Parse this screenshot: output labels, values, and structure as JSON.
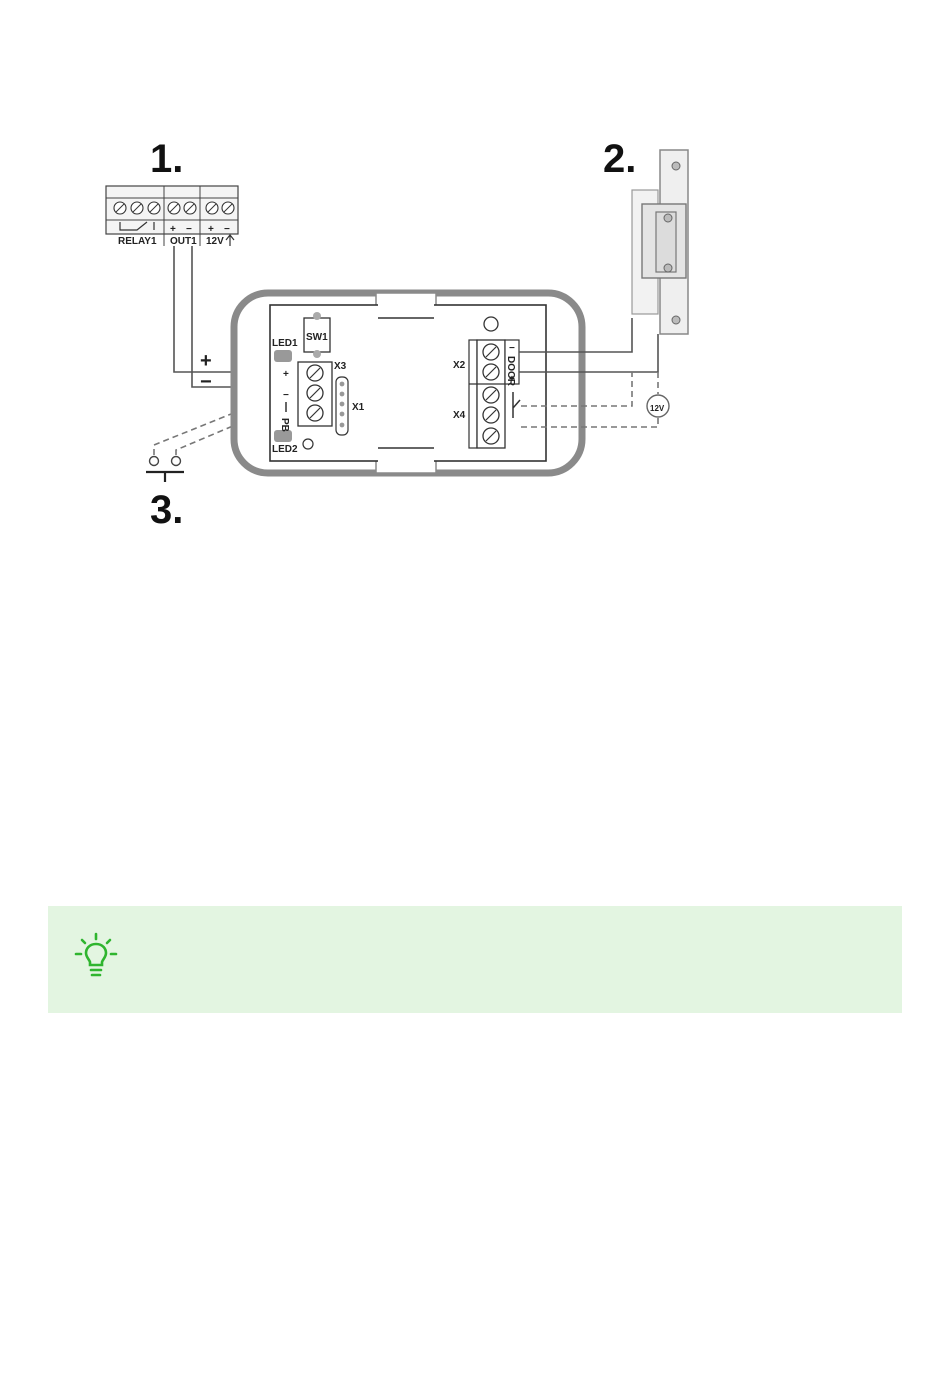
{
  "labels": {
    "step1": "1.",
    "step2": "2.",
    "step3": "3.",
    "relay1": "RELAY1",
    "out1": "OUT1",
    "v12": "12V",
    "plus": "+",
    "minus": "−",
    "led1": "LED1",
    "led2": "LED2",
    "sw1": "SW1",
    "x1": "X1",
    "x2": "X2",
    "x3": "X3",
    "x4": "X4",
    "door": "DOOR",
    "pb": "PB",
    "supply": "12V"
  },
  "tip": {
    "icon": "lightbulb-icon",
    "accent": "#2fb52f",
    "background": "#e3f5e1"
  }
}
